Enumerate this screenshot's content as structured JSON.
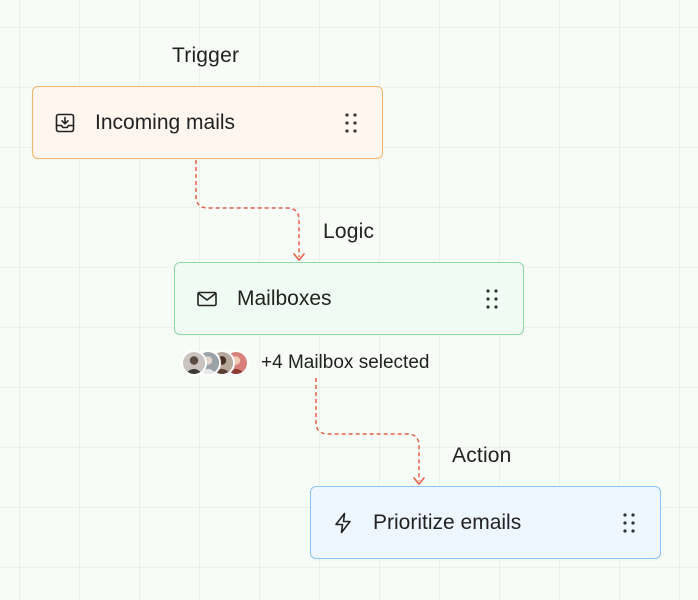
{
  "stages": {
    "trigger": {
      "label": "Trigger",
      "node_label": "Incoming mails",
      "icon": "inbox-download-icon",
      "border_color": "#f4b46c",
      "fill_color": "#fff6f0"
    },
    "logic": {
      "label": "Logic",
      "node_label": "Mailboxes",
      "icon": "mail-icon",
      "border_color": "#8fd8a7",
      "fill_color": "#effbf3"
    },
    "action": {
      "label": "Action",
      "node_label": "Prioritize emails",
      "icon": "lightning-icon",
      "border_color": "#8cc2f5",
      "fill_color": "#eef6ff"
    }
  },
  "mailbox_summary": {
    "text": "+4 Mailbox selected",
    "avatars": [
      "avatar-1",
      "avatar-2",
      "avatar-3",
      "avatar-4"
    ]
  },
  "connector_color": "#e4604a"
}
